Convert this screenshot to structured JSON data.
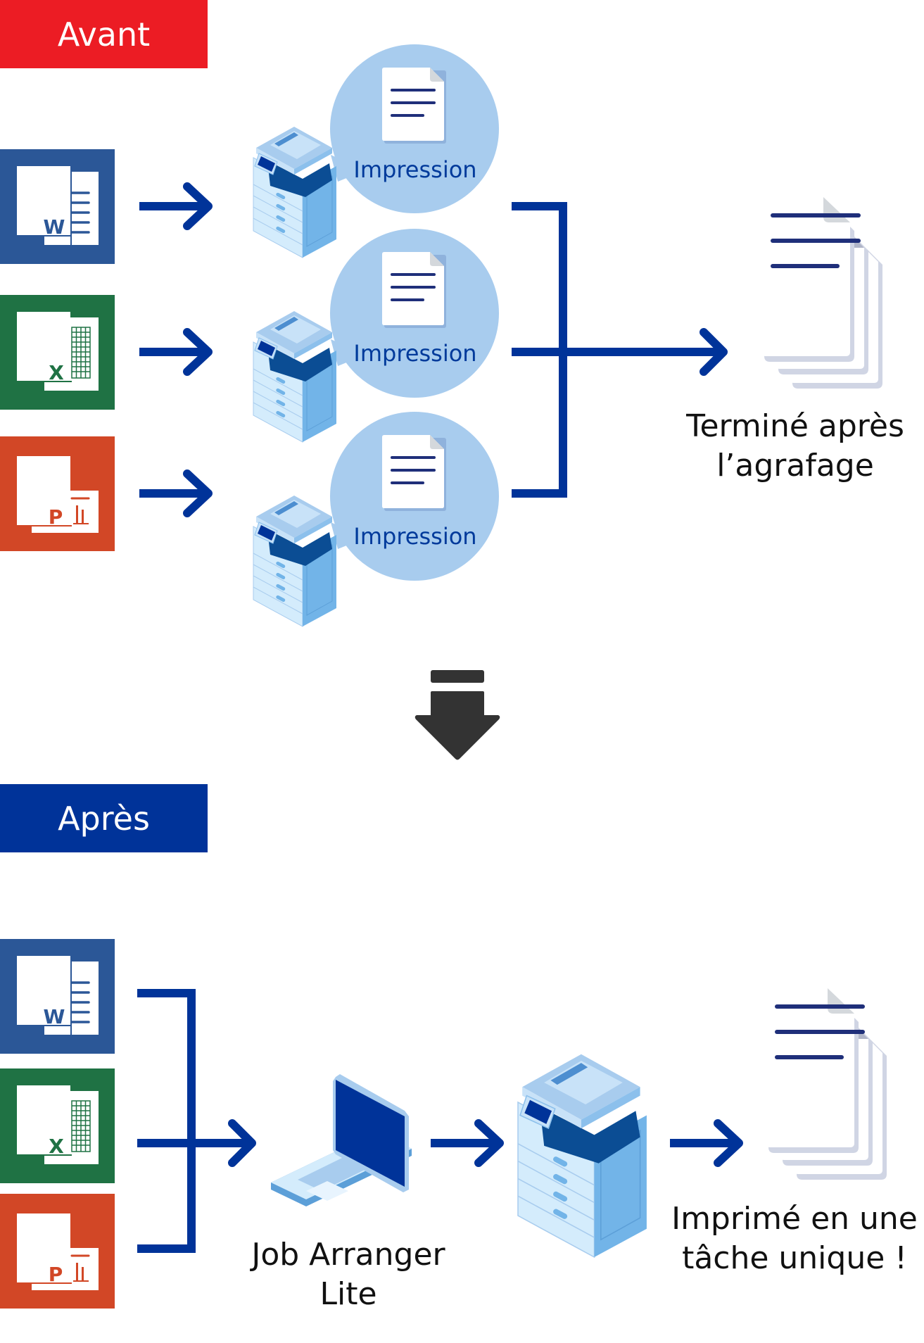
{
  "before": {
    "banner_label": "Avant",
    "banner_color": "#ec1c24",
    "apps": [
      {
        "name": "Word",
        "letter": "W",
        "color": "#2b5797"
      },
      {
        "name": "Excel",
        "letter": "X",
        "color": "#1f7244"
      },
      {
        "name": "PowerPoint",
        "letter": "P",
        "color": "#d24726"
      }
    ],
    "print_bubbles": [
      {
        "label": "Impression"
      },
      {
        "label": "Impression"
      },
      {
        "label": "Impression"
      }
    ],
    "result_line1": "Terminé après",
    "result_line2": "l’agrafage"
  },
  "transition_icon": "down-arrow-icon",
  "after": {
    "banner_label": "Après",
    "banner_color": "#003399",
    "apps": [
      {
        "name": "Word",
        "letter": "W",
        "color": "#2b5797"
      },
      {
        "name": "Excel",
        "letter": "X",
        "color": "#1f7244"
      },
      {
        "name": "PowerPoint",
        "letter": "P",
        "color": "#d24726"
      }
    ],
    "software_line1": "Job Arranger",
    "software_line2": "Lite",
    "result_line1": "Imprimé en une",
    "result_line2": "tâche unique !"
  },
  "colors": {
    "arrow": "#003399",
    "bubble": "#a8ccee",
    "doc_lines": "#1f2f7a",
    "dark_arrow": "#333333"
  }
}
